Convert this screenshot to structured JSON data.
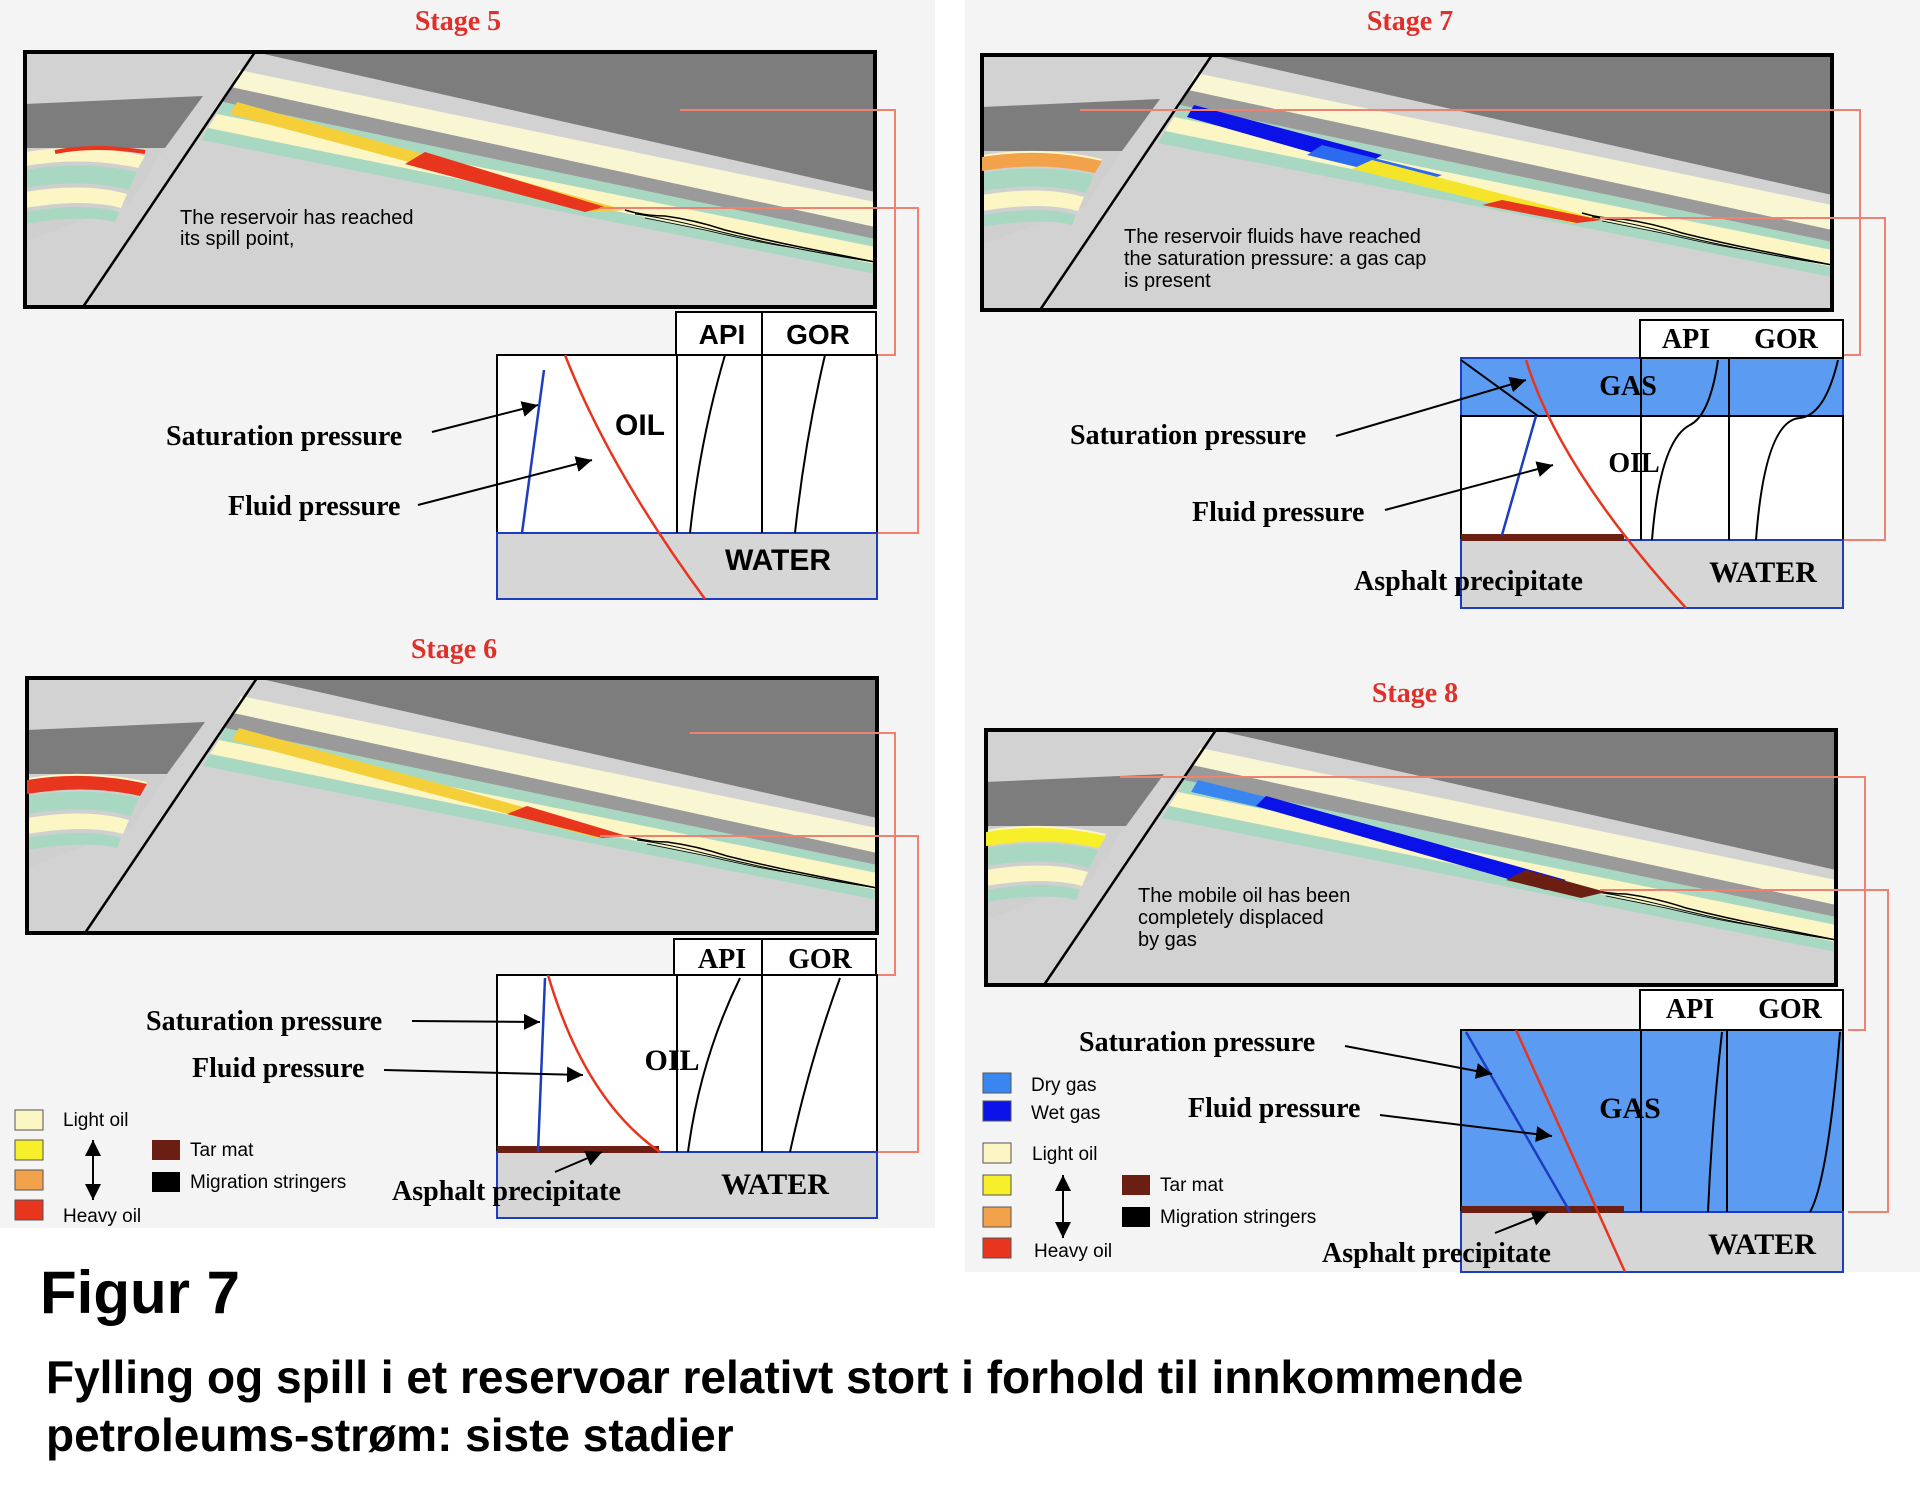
{
  "colors": {
    "stage_title": "#e0302a",
    "water": "#d6d6d6",
    "gas_fill": "#5b9cf2",
    "dry_gas": "#3a86f0",
    "wet_gas": "#0b12e8",
    "light_oil": "#fbf6c4",
    "medium_oil": "#f7ef2a",
    "heavy_oil_orange": "#f2a24b",
    "heavy_oil": "#e8351e",
    "tar_mat": "#6b1f12",
    "migration_stringers": "#000000",
    "green_layer": "#a9d8c2",
    "dark_grey": "#8e8e8e",
    "light_grey": "#d2d2d2",
    "saturation_line": "#1c3dbf",
    "fluid_line": "#e8351e"
  },
  "stages": [
    {
      "title": "Stage 5",
      "note": [
        "The reservoir has reached",
        "its spill point,"
      ],
      "labels": {
        "sat": "Saturation pressure",
        "fluid": "Fluid pressure",
        "oil": "OIL",
        "water": "WATER",
        "api": "API",
        "gor": "GOR"
      }
    },
    {
      "title": "Stage 6",
      "labels": {
        "sat": "Saturation pressure",
        "fluid": "Fluid pressure",
        "oil": "OIL",
        "water": "WATER",
        "api": "API",
        "gor": "GOR",
        "asphalt": "Asphalt precipitate"
      }
    },
    {
      "title": "Stage 7",
      "note": [
        "The reservoir fluids have reached",
        "the saturation pressure: a gas cap",
        " is present"
      ],
      "labels": {
        "sat": "Saturation pressure",
        "fluid": "Fluid pressure",
        "oil": "OIL",
        "gas": "GAS",
        "water": "WATER",
        "api": "API",
        "gor": "GOR",
        "asphalt": "Asphalt precipitate"
      }
    },
    {
      "title": "Stage 8",
      "note": [
        "The mobile oil has been",
        "completely displaced",
        "by gas"
      ],
      "labels": {
        "sat": "Saturation pressure",
        "fluid": "Fluid pressure",
        "gas": "GAS",
        "water": "WATER",
        "api": "API",
        "gor": "GOR",
        "asphalt": "Asphalt precipitate"
      }
    }
  ],
  "legend_left": {
    "light_oil": "Light oil",
    "heavy_oil": "Heavy oil",
    "tar_mat": "Tar mat",
    "migration": "Migration stringers"
  },
  "legend_right": {
    "dry_gas": "Dry gas",
    "wet_gas": "Wet  gas",
    "light_oil": "Light oil",
    "heavy_oil": "Heavy oil",
    "tar_mat": "Tar mat",
    "migration": "Migration stringers"
  },
  "figure_label": "Figur 7",
  "caption_line1": "Fylling og spill i et reservoar relativt stort i forhold til innkommende",
  "caption_line2": "petroleums-strøm: siste stadier"
}
